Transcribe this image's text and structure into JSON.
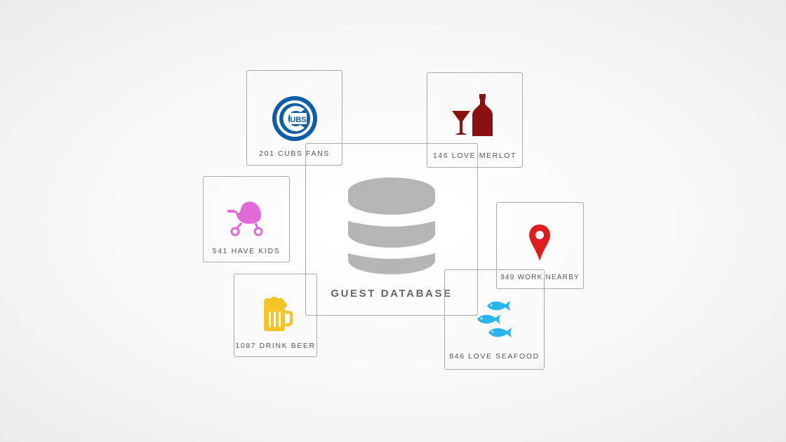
{
  "diagram": {
    "center": {
      "label": "GUEST DATABASE",
      "icon": "database-icon",
      "color": "#b5b5b5"
    },
    "segments": [
      {
        "id": "cubs",
        "label": "201 CUBS FANS",
        "icon": "cubs-logo-icon",
        "color": "#0e5da8",
        "logo_text": "UBS"
      },
      {
        "id": "merlot",
        "label": "146 LOVE MERLOT",
        "icon": "wine-icon",
        "color": "#8b1111"
      },
      {
        "id": "kids",
        "label": "541 HAVE KIDS",
        "icon": "stroller-icon",
        "color": "#e36ad6"
      },
      {
        "id": "beer",
        "label": "1087 DRINK BEER",
        "icon": "beer-mug-icon",
        "color": "#f5c427"
      },
      {
        "id": "nearby",
        "label": "949 WORK NEARBY",
        "icon": "map-pin-icon",
        "color": "#e01c1c"
      },
      {
        "id": "seafood",
        "label": "846 LOVE SEAFOOD",
        "icon": "fish-icon",
        "color": "#29b6ea"
      }
    ]
  }
}
